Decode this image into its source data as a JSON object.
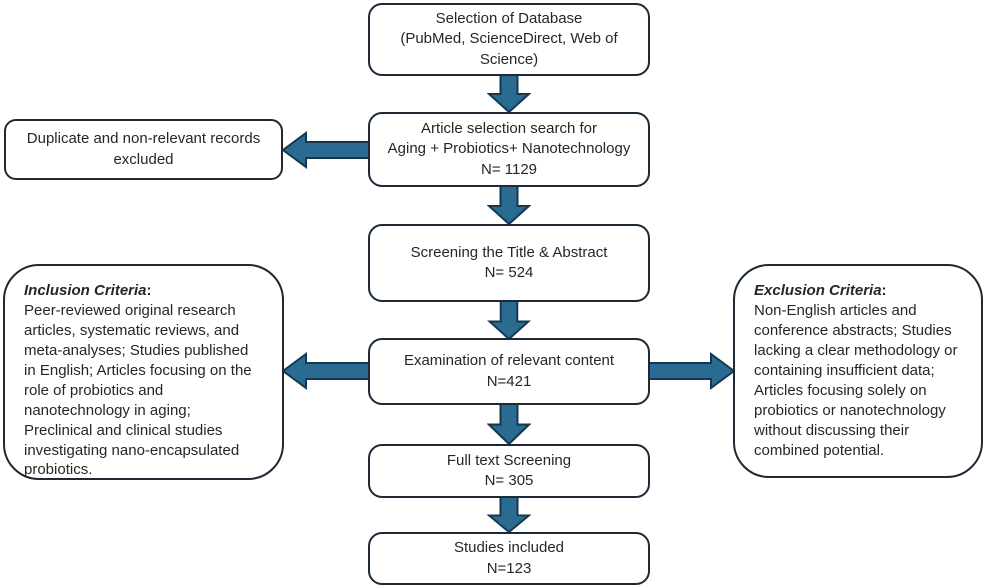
{
  "colors": {
    "arrow_fill": "#2a6b91",
    "arrow_stroke": "#16374f",
    "box_border": "#1d2a36",
    "text": "#262626"
  },
  "flow": [
    {
      "lines": [
        "Selection of Database",
        "(PubMed, ScienceDirect, Web of Science)"
      ]
    },
    {
      "lines": [
        "Article selection search for",
        "Aging + Probiotics+ Nanotechnology",
        "N= 1129"
      ]
    },
    {
      "lines": [
        "Screening the Title & Abstract",
        "N= 524"
      ]
    },
    {
      "lines": [
        "Examination of relevant content",
        "N=421"
      ]
    },
    {
      "lines": [
        "Full text Screening",
        "N= 305"
      ]
    },
    {
      "lines": [
        "Studies included",
        "N=123"
      ]
    }
  ],
  "excluded_box": {
    "text": "Duplicate and non-relevant records excluded"
  },
  "inclusion": {
    "title": "Inclusion Criteria",
    "colon": ":",
    "body": "Peer-reviewed original research articles, systematic reviews, and meta-analyses; Studies published in English; Articles focusing on the role of probiotics and nanotechnology in aging; Preclinical and clinical studies investigating nano-encapsulated probiotics."
  },
  "exclusion": {
    "title": "Exclusion Criteria",
    "colon": ":",
    "body": "Non-English articles and conference abstracts; Studies lacking a clear methodology or containing insufficient data; Articles focusing solely on probiotics or nanotechnology without discussing their combined potential."
  }
}
